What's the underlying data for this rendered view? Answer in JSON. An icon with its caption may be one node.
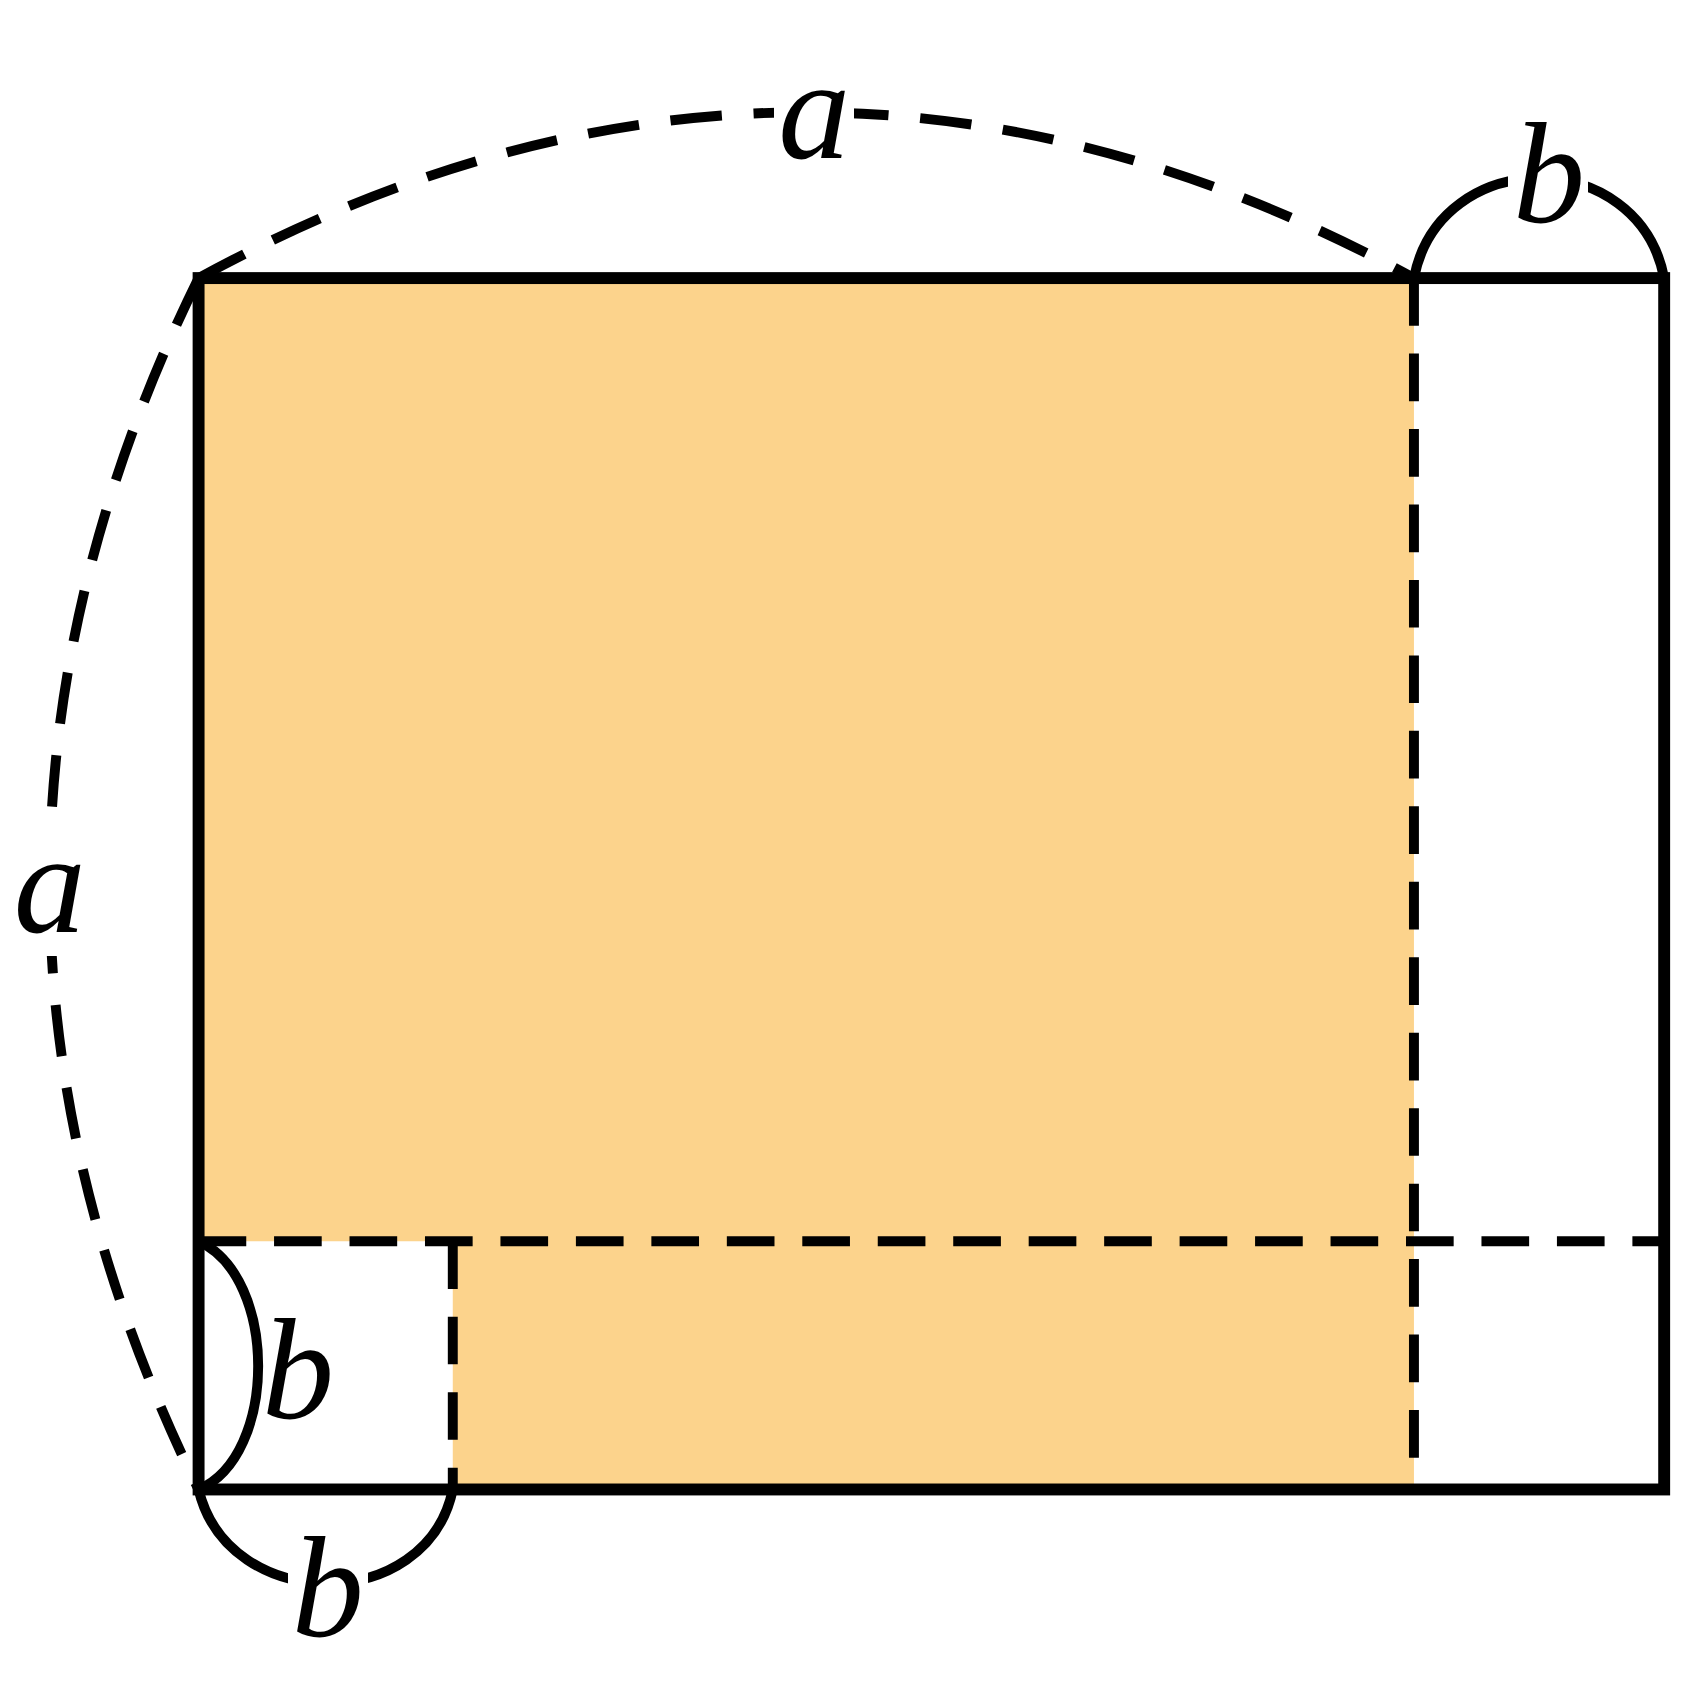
{
  "diagram": {
    "labels": [
      "a",
      "b",
      "a",
      "b",
      "b"
    ]
  }
}
